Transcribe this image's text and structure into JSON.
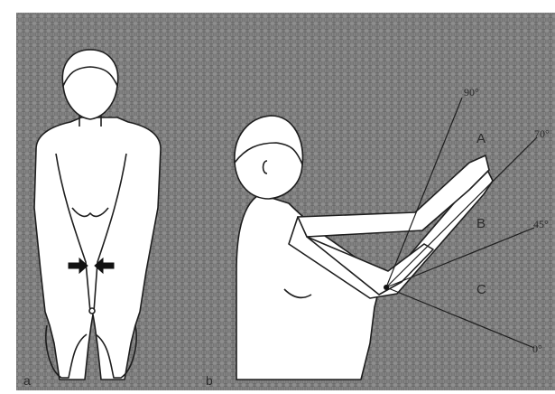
{
  "panels": {
    "left": {
      "label": "a"
    },
    "right": {
      "label": "b"
    }
  },
  "angles": [
    "90°",
    "70°",
    "45°",
    "0°"
  ],
  "regions": [
    "A",
    "B",
    "C"
  ],
  "colors": {
    "background_texture": "#7d7d7d",
    "figure_fill": "#ffffff",
    "ink": "#1e1e1e"
  }
}
